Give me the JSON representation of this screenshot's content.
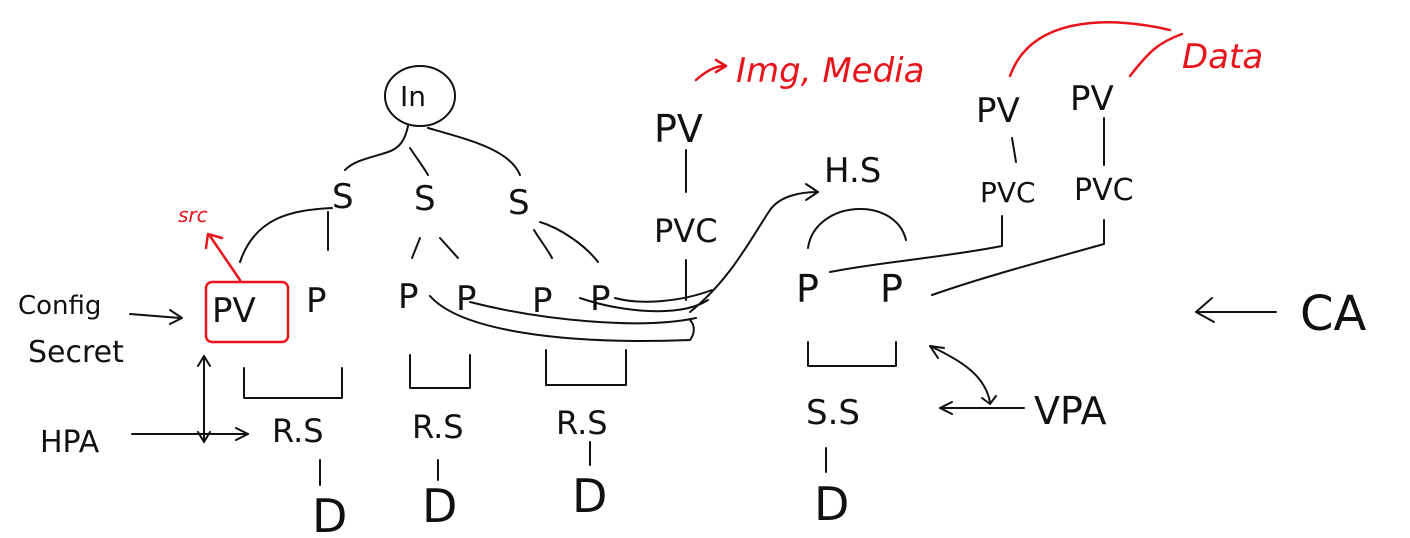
{
  "colors": {
    "ink": "#111111",
    "annotation": "#e8141c",
    "background": "#ffffff"
  },
  "nodes": {
    "ingress": "In",
    "services": [
      "S",
      "S",
      "S"
    ],
    "pods_group1": [
      "PV",
      "P"
    ],
    "pods_group2": [
      "P",
      "P"
    ],
    "pods_group3": [
      "P",
      "P"
    ],
    "replica_sets": [
      "R.S",
      "R.S",
      "R.S"
    ],
    "deployments": [
      "D",
      "D",
      "D",
      "D"
    ],
    "pv_left": "PV",
    "pvc_left": "PVC",
    "headless_service": "H.S",
    "stateful_pods": [
      "P",
      "P"
    ],
    "stateful_set": "S.S",
    "pv_right": [
      "PV",
      "PV"
    ],
    "pvc_right": [
      "PVC",
      "PVC"
    ],
    "config": "Config",
    "secret": "Secret",
    "hpa": "HPA",
    "vpa": "VPA",
    "ca": "CA"
  },
  "annotations": {
    "src": "src",
    "img_media": "Img, Media",
    "data": "Data"
  }
}
